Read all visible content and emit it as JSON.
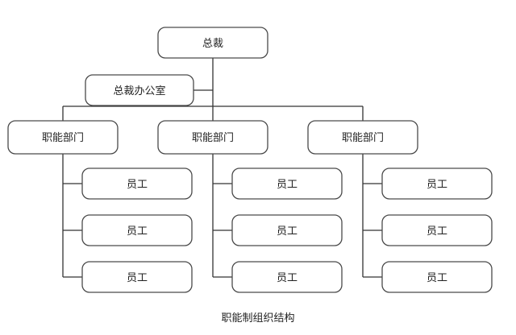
{
  "root": {
    "label": "总裁"
  },
  "office": {
    "label": "总裁办公室"
  },
  "departments": [
    {
      "label": "职能部门",
      "staff": [
        "员工",
        "员工",
        "员工"
      ]
    },
    {
      "label": "职能部门",
      "staff": [
        "员工",
        "员工",
        "员工"
      ]
    },
    {
      "label": "职能部门",
      "staff": [
        "员工",
        "员工",
        "员工"
      ]
    }
  ],
  "caption": "职能制组织结构"
}
